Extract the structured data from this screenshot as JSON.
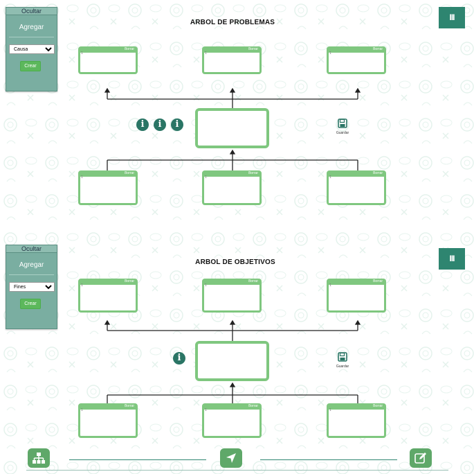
{
  "problems": {
    "title": "ARBOL DE PROBLEMAS",
    "panel": {
      "hide_label": "Ocultar",
      "add_label": "Agregar",
      "select_value": "Causa",
      "create_label": "Crear"
    },
    "menu_label": "III",
    "card_delete_label": "Borrar",
    "card_number": "1",
    "save_label": "Guardar",
    "info_count": 3
  },
  "objectives": {
    "title": "ARBOL DE OBJETIVOS",
    "panel": {
      "hide_label": "Ocultar",
      "add_label": "Agregar",
      "select_value": "Fines",
      "create_label": "Crear"
    },
    "menu_label": "III",
    "card_delete_label": "Borrar",
    "card_number": "1",
    "save_label": "Guardar",
    "info_count": 1
  },
  "icons": {
    "info": "info-circle-icon",
    "save": "floppy-disk-icon",
    "org_chart": "sitemap-icon",
    "navigate": "location-arrow-icon",
    "edit": "edit-icon"
  },
  "colors": {
    "card_border": "#7fc77f",
    "panel_bg": "#7aaea1",
    "menu_bg": "#2e8570",
    "info_icon": "#2a7565",
    "create_button": "#5cb85c",
    "nav_button": "#5fa869"
  }
}
